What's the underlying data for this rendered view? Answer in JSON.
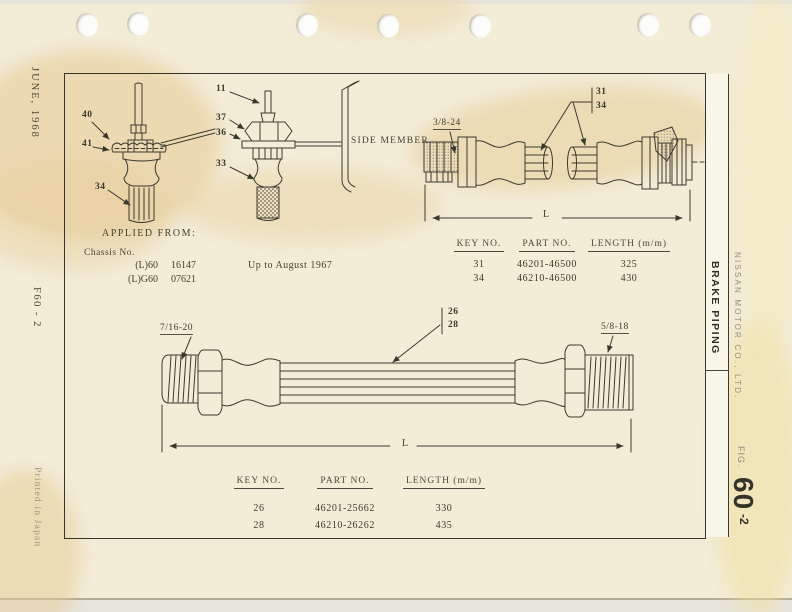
{
  "margins": {
    "left": {
      "date": "JUNE, 1968",
      "page_ref": "F60 - 2",
      "printed_note": "Printed in Japan"
    },
    "right": {
      "company": "NISSAN MOTOR CO., LTD.",
      "tab_title": "BRAKE PIPING",
      "fig_word": "FIG.",
      "fig_number": "60",
      "fig_suffix": "-2"
    }
  },
  "applied_from": {
    "heading": "APPLIED FROM:",
    "chassis_label": "Chassis No.",
    "entries": [
      {
        "model": "(L)60",
        "number": "16147"
      },
      {
        "model": "(L)G60",
        "number": "07621"
      }
    ],
    "note": "Up to August 1967"
  },
  "fig_connector_a": {
    "callouts": [
      "40",
      "41",
      "34"
    ]
  },
  "fig_connector_b": {
    "callouts": [
      "11",
      "37",
      "36",
      "33"
    ],
    "side_member_label": "SIDE MEMBER"
  },
  "fig_hose_upper": {
    "thread_label": "3/8-24",
    "callouts": [
      "31",
      "34"
    ],
    "dim_label": "L"
  },
  "fig_hose_lower": {
    "thread_label_left": "7/16-20",
    "thread_label_right": "5/8-18",
    "callouts": [
      "26",
      "28"
    ],
    "dim_label": "L"
  },
  "table_upper": {
    "headers": [
      "KEY NO.",
      "PART NO.",
      "LENGTH (m/m)"
    ],
    "rows": [
      [
        "31",
        "46201-46500",
        "325"
      ],
      [
        "34",
        "46210-46500",
        "430"
      ]
    ]
  },
  "table_lower": {
    "headers": [
      "KEY NO.",
      "PART NO.",
      "LENGTH (m/m)"
    ],
    "rows": [
      [
        "26",
        "46201-25662",
        "330"
      ],
      [
        "28",
        "46210-26262",
        "435"
      ]
    ]
  },
  "colors": {
    "paper": "#f3ecd7",
    "ink": "#3a372e",
    "stain": "#e6cd9c",
    "tab_bg": "#f8f5e9"
  }
}
